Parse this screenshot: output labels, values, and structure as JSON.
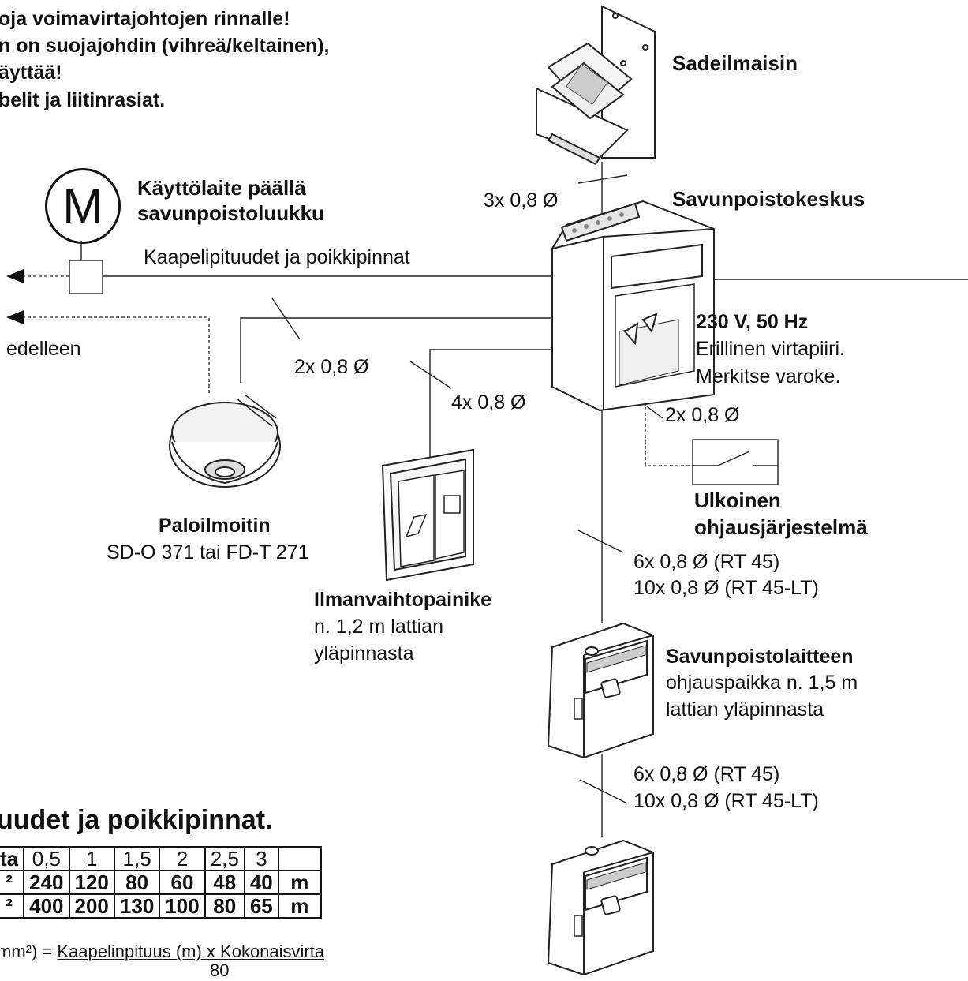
{
  "warning": {
    "line1": "",
    "line2": "oja voimavirtajohtojen rinnalle!",
    "line3": "n on suojajohdin (vihreä/keltainen),",
    "line4": "äyttää!",
    "line5": "belit ja liitinrasiat."
  },
  "labels": {
    "rain_sensor": "Sadeilmaisin",
    "control_center": "Savunpoistokeskus",
    "cable_rain": "3x 0,8 Ø",
    "motor_symbol": "M",
    "actuator_line1": "Käyttölaite päällä",
    "actuator_line2": "savunpoistoluukku",
    "cable_lengths": "Kaapelipituudet ja poikkipinnat",
    "onward": "edelleen",
    "power_title": "230 V, 50 Hz",
    "power_line1": "Erillinen virtapiiri.",
    "power_line2": "Merkitse varoke.",
    "cable_detector": "2x 0,8 Ø",
    "cable_vent_button": "4x 0,8 Ø",
    "cable_external": "2x 0,8 Ø",
    "external_line1": "Ulkoinen",
    "external_line2": "ohjausjärjestelmä",
    "detector_title": "Paloilmoitin",
    "detector_models": "SD-O 371 tai FD-T 271",
    "cable_station1_a": "6x 0,8 Ø (RT 45)",
    "cable_station1_b": "10x 0,8 Ø (RT 45-LT)",
    "vent_button_title": "Ilmanvaihtopainike",
    "vent_button_line1": "n. 1,2 m lattian",
    "vent_button_line2": "yläpinnasta",
    "station_title": "Savunpoistolaitteen",
    "station_line1": "ohjauspaikka n. 1,5 m",
    "station_line2": "lattian yläpinnasta",
    "cable_station2_a": "6x 0,8 Ø (RT 45)",
    "cable_station2_b": "10x 0,8 Ø (RT 45-LT)"
  },
  "section_title": "uudet ja poikkipinnat.",
  "table": {
    "row1": [
      "ta",
      "0,5",
      "1",
      "1,5",
      "2",
      "2,5",
      "3",
      ""
    ],
    "row2": [
      "²",
      "240",
      "120",
      "80",
      "60",
      "48",
      "40",
      "m"
    ],
    "row3": [
      "²",
      "400",
      "200",
      "130",
      "100",
      "80",
      "65",
      "m"
    ]
  },
  "formula": {
    "left": "mm²) = ",
    "numerator": "Kaapelinpituus (m) x Kokonaisvirta",
    "denominator": "80"
  }
}
